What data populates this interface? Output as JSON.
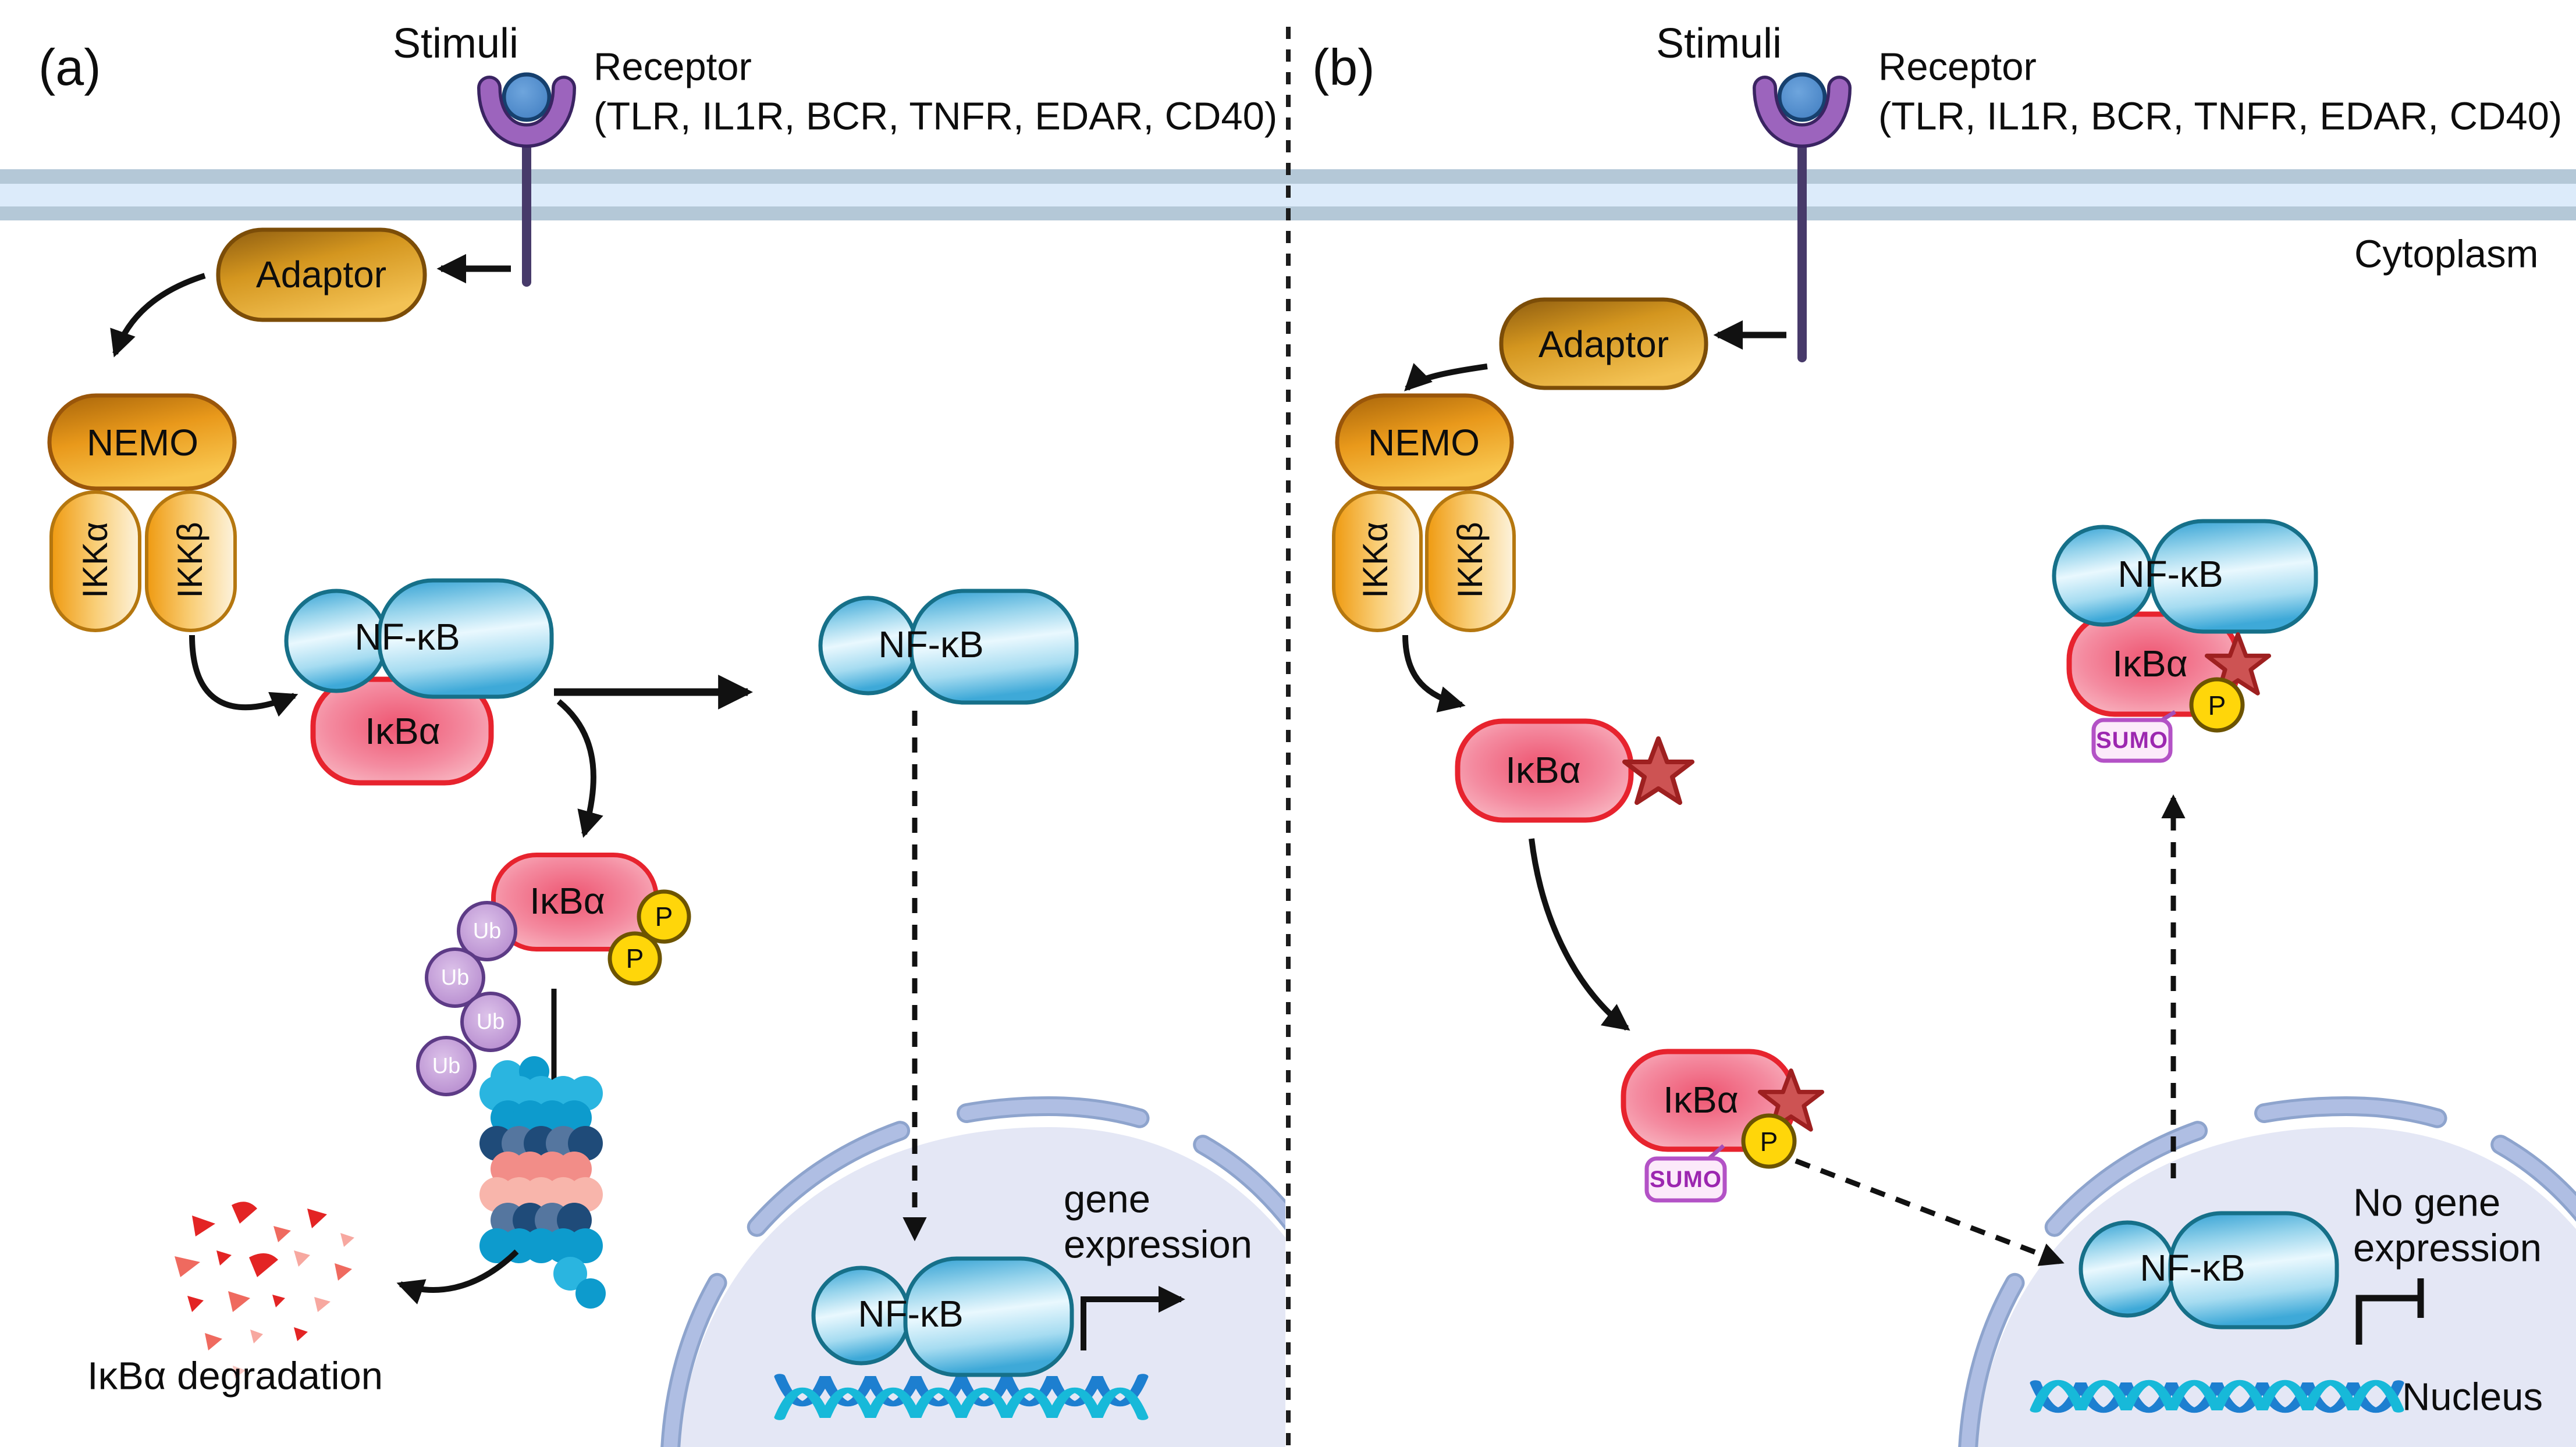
{
  "figure": {
    "cytoplasm_label": "Cytoplasm"
  },
  "panel_a": {
    "label": "(a)",
    "stimuli_label": "Stimuli",
    "receptor_label": "Receptor",
    "receptor_types": "(TLR, IL1R, BCR, TNFR, EDAR, CD40)",
    "adaptor_label": "Adaptor",
    "nemo_label": "NEMO",
    "ikk_alpha_label": "IKKα",
    "ikk_beta_label": "IKKβ",
    "complex_nfkb_label": "NF-κB",
    "complex_ikba_label": "IκBα",
    "free_nfkb_label": "NF-κB",
    "phospho_ikba_label": "IκBα",
    "phosphate_label": "P",
    "ubiquitin_label": "Ub",
    "degradation_caption": "IκBα degradation",
    "nuclear_nfkb_label": "NF-κB",
    "gene_expression_line1": "gene",
    "gene_expression_line2": "expression"
  },
  "panel_b": {
    "label": "(b)",
    "stimuli_label": "Stimuli",
    "receptor_label": "Receptor",
    "receptor_types": "(TLR, IL1R, BCR, TNFR, EDAR, CD40)",
    "adaptor_label": "Adaptor",
    "nemo_label": "NEMO",
    "ikk_alpha_label": "IKKα",
    "ikk_beta_label": "IKKβ",
    "mutant_ikba_label": "IκBα",
    "sumoylated_ikba_label": "IκBα",
    "sumo_tag_label": "SUMO",
    "phosphate_label": "P",
    "complex_nfkb_label": "NF-κB",
    "complex_ikba_label": "IκBα",
    "complex_sumo_tag_label": "SUMO",
    "nuclear_nfkb_label": "NF-κB",
    "no_gene_expression_line1": "No gene",
    "no_gene_expression_line2": "expression",
    "nucleus_label": "Nucleus"
  },
  "colors": {
    "membrane_band": "#b4c8d7",
    "membrane_core": "#dcebfa",
    "receptor_purple": "#9c64bd",
    "ligand_blue": "#4e86cb",
    "adaptor_gold": "#d4961f",
    "ikk_orange": "#ef9a10",
    "nfkb_blue": "#2f9fd3",
    "ikba_red": "#ee5571",
    "phosphate_yellow": "#ffd60a",
    "ubiquitin_purple": "#b184cb",
    "sumo_pink": "#fceafa",
    "star_red": "#cd5353",
    "nucleus_fill": "#e4e7f5",
    "envelope_blue": "#afbee3",
    "dna_blue": "#1d7fd0",
    "dna_cyan": "#17b9d9"
  }
}
